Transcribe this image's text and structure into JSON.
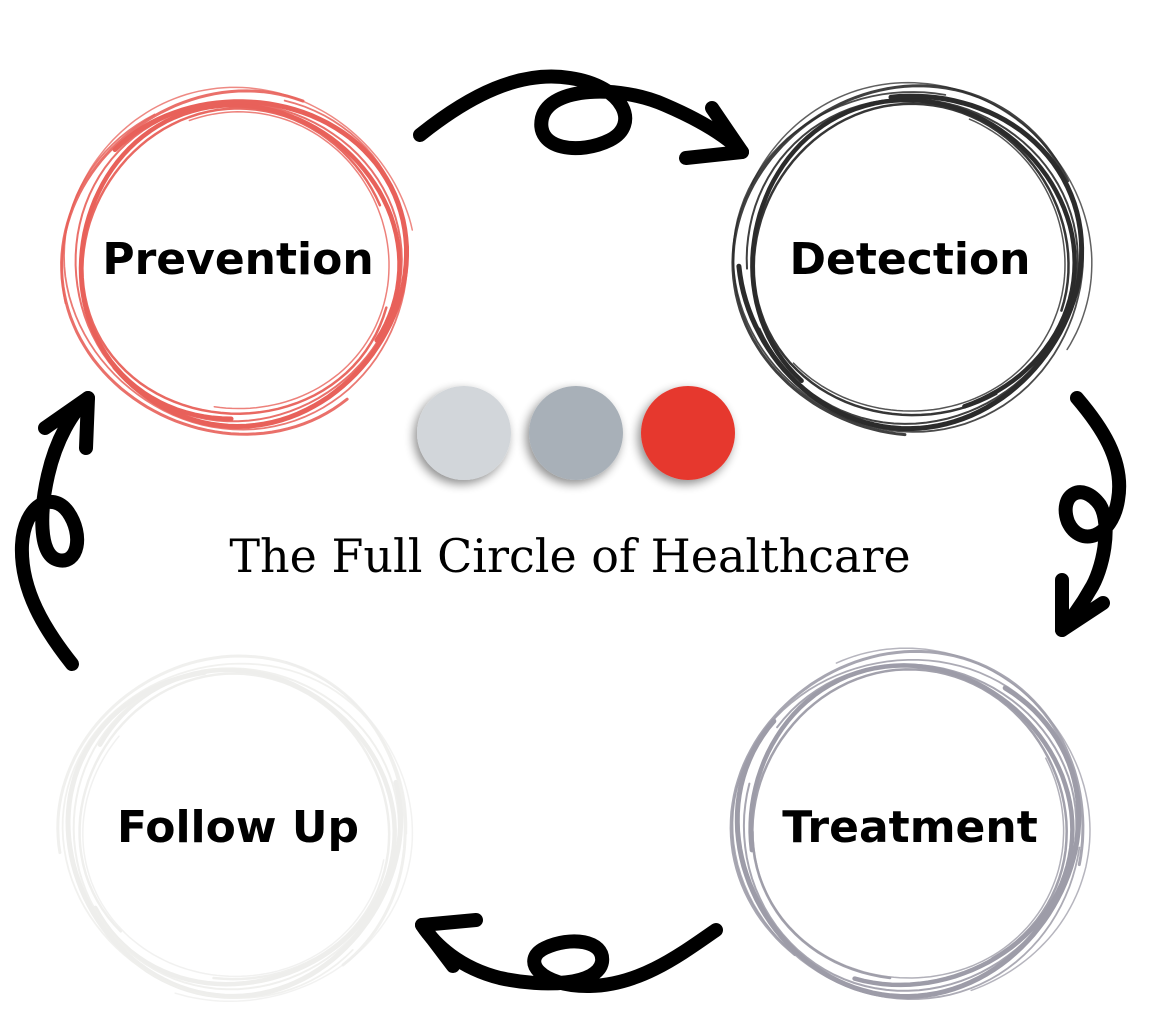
{
  "title": "The Full Circle of Healthcare",
  "stages": [
    {
      "id": "prevention",
      "label": "Prevention",
      "color": "#e8615a"
    },
    {
      "id": "detection",
      "label": "Detection",
      "color": "#2b2b2b"
    },
    {
      "id": "treatment",
      "label": "Treatment",
      "color": "#9d9ca8"
    },
    {
      "id": "follow-up",
      "label": "Follow Up",
      "color": "#eeeeec"
    }
  ],
  "dots": [
    {
      "name": "light-gray-dot",
      "color": "#d2d6da"
    },
    {
      "name": "gray-dot",
      "color": "#a8b0b8"
    },
    {
      "name": "red-dot",
      "color": "#e6382f"
    }
  ],
  "arrows": [
    {
      "from": "prevention",
      "to": "detection"
    },
    {
      "from": "detection",
      "to": "treatment"
    },
    {
      "from": "treatment",
      "to": "follow-up"
    },
    {
      "from": "follow-up",
      "to": "prevention"
    }
  ]
}
